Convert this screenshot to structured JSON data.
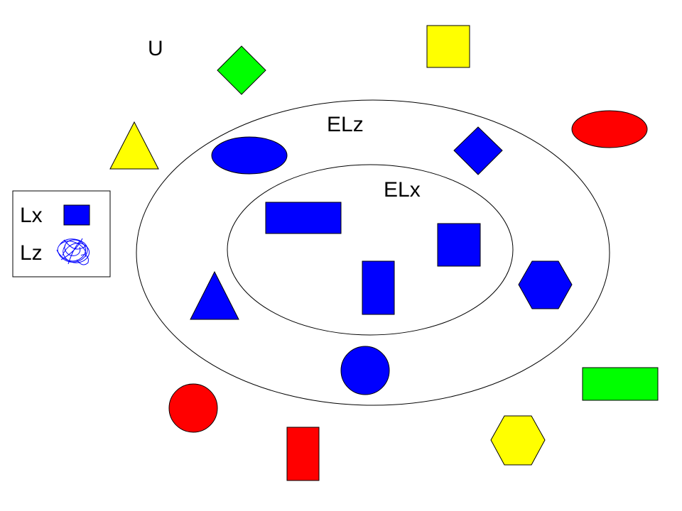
{
  "labels": {
    "universe": "U",
    "outer_set": "ELz",
    "inner_set": "ELx"
  },
  "legend": {
    "lx_label": "Lx",
    "lz_label": "Lz"
  },
  "colors": {
    "blue": "#0000ff",
    "red": "#ff0000",
    "yellow": "#ffff00",
    "green": "#00ff00",
    "outline": "#000000"
  }
}
